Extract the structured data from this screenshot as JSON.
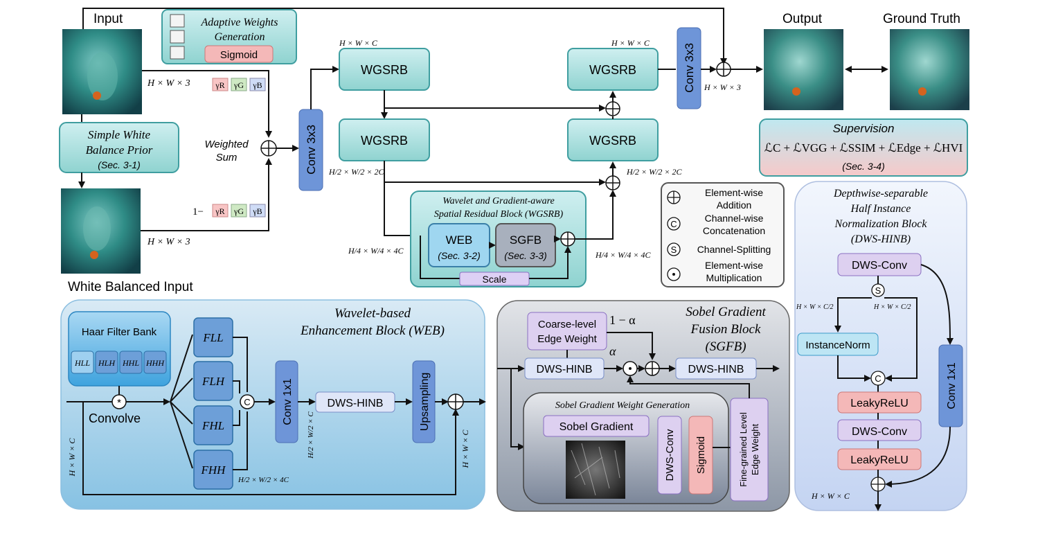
{
  "labels": {
    "input": "Input",
    "output": "Output",
    "ground_truth": "Ground Truth",
    "white_balanced_input": "White Balanced Input",
    "weighted_sum_1": "Weighted",
    "weighted_sum_2": "Sum",
    "convolve": "Convolve"
  },
  "adaptive": {
    "title_1": "Adaptive Weights",
    "title_2": "Generation",
    "sigmoid": "Sigmoid"
  },
  "wb_prior": {
    "line1": "Simple White",
    "line2": "Balance Prior",
    "line3": "(Sec. 3-1)"
  },
  "gammas": {
    "top": [
      "γR",
      "γG",
      "γB"
    ],
    "one_minus": "1−",
    "bottom": [
      "γR",
      "γG",
      "γB"
    ]
  },
  "dims": {
    "hw3_a": "H × W × 3",
    "hw3_b": "H × W × 3",
    "hw3_out": "H × W × 3",
    "hwc_a": "H × W × C",
    "hwc_b": "H × W × C",
    "h2w2c_a": "H/2 × W/2 × 2C",
    "h2w2c_b": "H/2 × W/2 × 2C",
    "h4w4c_a": "H/4 × W/4 × 4C",
    "h4w4c_b": "H/4 × W/4 × 4C",
    "web_in": "H × W × C",
    "web_out": "H × W × C",
    "web_sub": "H/2 × W/2 × 4C",
    "web_conv": "H/2 × W/2 × C",
    "hinb_out": "H × W × C",
    "hinb_left": "H × W × C/2",
    "hinb_right": "H × W × C/2"
  },
  "conv3x3": "Conv 3x3",
  "wgsrb": "WGSRB",
  "wgsrb_block": {
    "title_1": "Wavelet and Gradient-aware",
    "title_2": "Spatial Residual Block (WGSRB)",
    "web": "WEB",
    "web_sec": "(Sec. 3-2)",
    "sgfb": "SGFB",
    "sgfb_sec": "(Sec. 3-3)",
    "scale": "Scale"
  },
  "supervision": {
    "title": "Supervision",
    "loss": "ℒC + ℒVGG + ℒSSIM + ℒEdge + ℒHVI",
    "sec": "(Sec. 3-4)"
  },
  "legend": {
    "addition_1": "Element-wise",
    "addition_2": "Addition",
    "concat_1": "Channel-wise",
    "concat_2": "Concatenation",
    "split": "Channel-Splitting",
    "mult_1": "Element-wise",
    "mult_2": "Multiplication"
  },
  "web_block": {
    "title_1": "Wavelet-based",
    "title_2": "Enhancement Block (WEB)",
    "haar": "Haar Filter Bank",
    "filters": [
      "HLL",
      "HLH",
      "HHL",
      "HHH"
    ],
    "subbands": [
      "FLL",
      "FLH",
      "FHL",
      "FHH"
    ],
    "conv1x1": "Conv 1x1",
    "dws_hinb": "DWS-HINB",
    "upsampling": "Upsampling"
  },
  "sgfb_block": {
    "title_1": "Sobel Gradient",
    "title_2": "Fusion Block",
    "title_3": "(SGFB)",
    "coarse_1": "Coarse-level",
    "coarse_2": "Edge Weight",
    "one_minus_alpha": "1 − α",
    "alpha": "α",
    "dws_hinb_a": "DWS-HINB",
    "dws_hinb_b": "DWS-HINB",
    "sgwg_title": "Sobel Gradient Weight  Generation",
    "sobel": "Sobel Gradient",
    "dws_conv": "DWS-Conv",
    "sigmoid": "Sigmoid",
    "fine_1": "Fine-grained Level",
    "fine_2": "Edge Weight"
  },
  "hinb_block": {
    "title_1": "Depthwise-separable",
    "title_2": "Half Instance",
    "title_3": "Normalization Block",
    "title_4": "(DWS-HINB)",
    "dws_conv_a": "DWS-Conv",
    "instance_norm": "InstanceNorm",
    "leaky_a": "LeakyReLU",
    "dws_conv_b": "DWS-Conv",
    "leaky_b": "LeakyReLU",
    "conv1x1": "Conv 1x1"
  },
  "symbols": {
    "concat": "C",
    "split": "S",
    "convolve": "*"
  },
  "colors": {
    "teal_box": "#b7e6e3",
    "teal_stroke": "#3f9ea0",
    "conv_blue": "#6e95d8",
    "web_bg": "#bfdcef",
    "sgfb_bg": "#c3c9d2",
    "hinb_bg": "#dde6f7",
    "sigmoid_red": "#f4b8b8",
    "purple": "#ddd0f0"
  }
}
